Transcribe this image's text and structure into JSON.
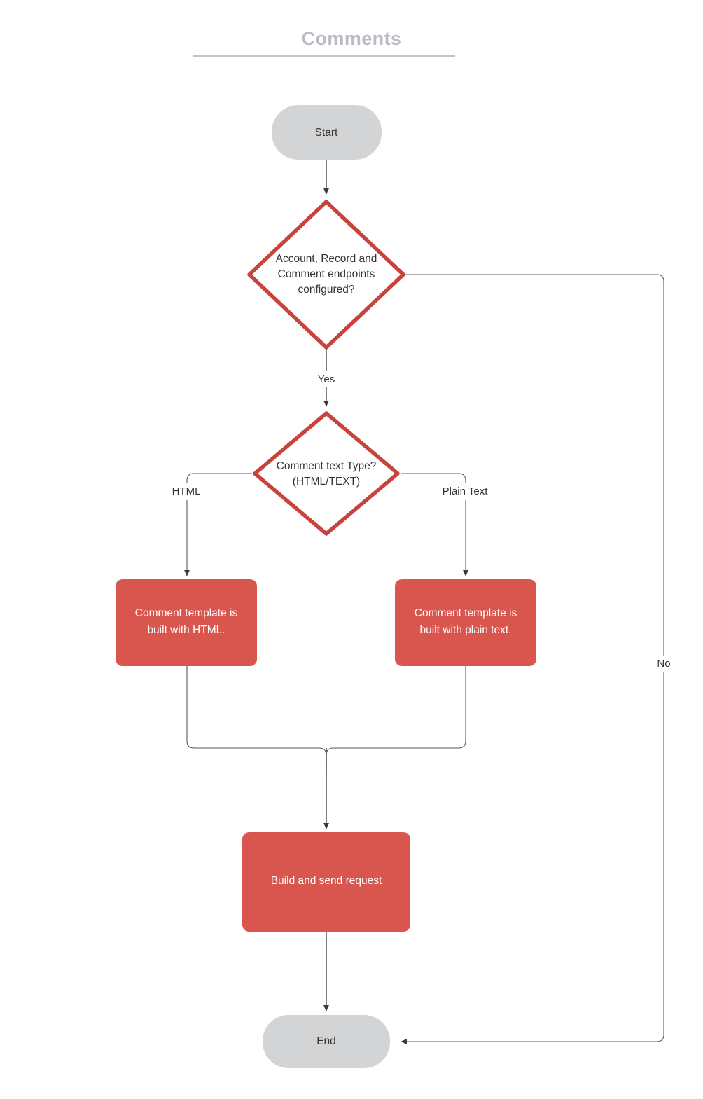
{
  "page": {
    "title": "Comments",
    "title_color": "#b9bcc4",
    "background": "#ffffff"
  },
  "theme": {
    "process_fill": "#d9564f",
    "decision_stroke": "#c8433d",
    "terminator_fill": "#d3d4d6",
    "edge_stroke": "#3a3a3a",
    "node_text_dark": "#333333",
    "node_text_light": "#ffffff"
  },
  "flowchart": {
    "nodes": [
      {
        "id": "start",
        "type": "terminator",
        "label": "Start"
      },
      {
        "id": "decision-endpoints",
        "type": "decision",
        "label_line1": "Account, Record and",
        "label_line2": "Comment endpoints",
        "label_line3": "configured?"
      },
      {
        "id": "decision-text-type",
        "type": "decision",
        "label_line1": "Comment text Type?",
        "label_line2": "(HTML/TEXT)"
      },
      {
        "id": "process-html",
        "type": "process",
        "label_line1": "Comment  template is",
        "label_line2": "built with HTML."
      },
      {
        "id": "process-plain",
        "type": "process",
        "label_line1": "Comment  template is",
        "label_line2": "built with plain text."
      },
      {
        "id": "process-build-send",
        "type": "process",
        "label_line1": "Build and send request"
      },
      {
        "id": "end",
        "type": "terminator",
        "label": "End"
      }
    ],
    "edges": [
      {
        "id": "start-to-decision-endpoints",
        "from": "start",
        "to": "decision-endpoints",
        "label": ""
      },
      {
        "id": "endpoints-yes",
        "from": "decision-endpoints",
        "to": "decision-text-type",
        "label": "Yes"
      },
      {
        "id": "endpoints-no",
        "from": "decision-endpoints",
        "to": "end",
        "label": "No"
      },
      {
        "id": "type-html",
        "from": "decision-text-type",
        "to": "process-html",
        "label": "HTML"
      },
      {
        "id": "type-plain",
        "from": "decision-text-type",
        "to": "process-plain",
        "label": "Plain Text"
      },
      {
        "id": "html-to-build",
        "from": "process-html",
        "to": "process-build-send",
        "label": ""
      },
      {
        "id": "plain-to-build",
        "from": "process-plain",
        "to": "process-build-send",
        "label": ""
      },
      {
        "id": "build-to-end",
        "from": "process-build-send",
        "to": "end",
        "label": ""
      }
    ]
  }
}
